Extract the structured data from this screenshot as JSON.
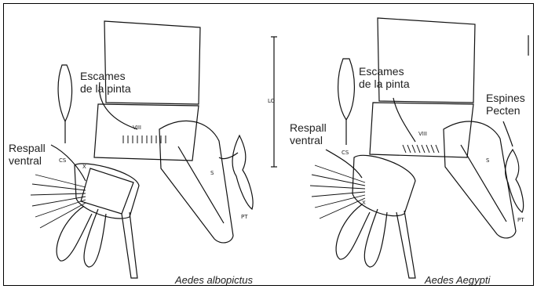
{
  "panels": [
    {
      "species": "Aedes albopictus",
      "labels": {
        "scales": "Escames\nde la pinta",
        "ventral_brush": "Respall\nventral"
      },
      "markers": {
        "segment": "VIII",
        "comb": "CS",
        "x": "X",
        "saddle": "S",
        "pecten": "PT",
        "scale": "LO"
      }
    },
    {
      "species": "Aedes Aegypti",
      "labels": {
        "scales": "Escames\nde la pinta",
        "ventral_brush": "Respall\nventral",
        "pecten_spines": "Espines\nPecten"
      },
      "markers": {
        "segment": "VIII",
        "comb": "CS",
        "x": "X",
        "saddle": "S",
        "pecten": "PT"
      }
    }
  ]
}
